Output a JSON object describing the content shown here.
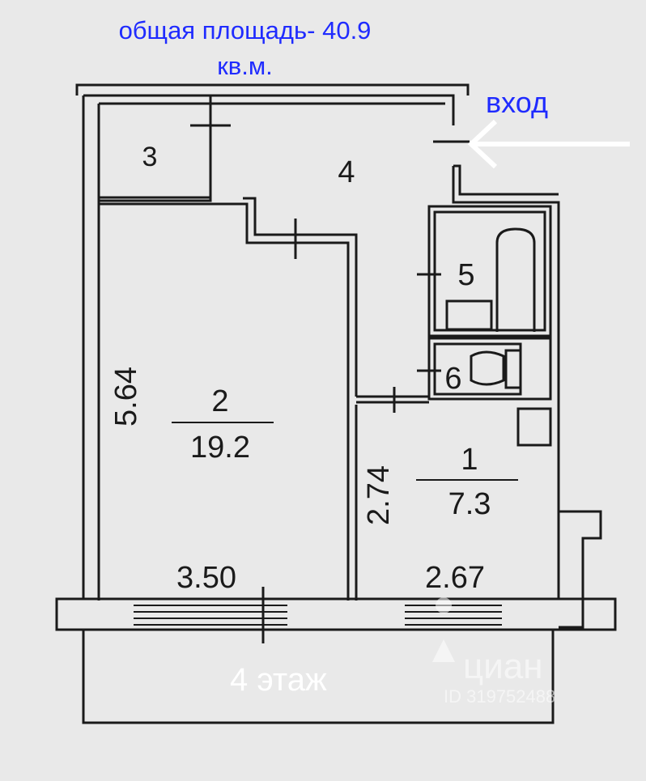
{
  "header": {
    "total_area_line1": "общая площадь- 40.9",
    "total_area_line2": "кв.м."
  },
  "entrance_label": "вход",
  "floor_label": "4 этаж",
  "rooms": [
    {
      "id": "1",
      "area": "7.3"
    },
    {
      "id": "2",
      "area": "19.2"
    },
    {
      "id": "3"
    },
    {
      "id": "4"
    },
    {
      "id": "5"
    },
    {
      "id": "6"
    }
  ],
  "dimensions": {
    "room2_height": "5.64",
    "room2_width": "3.50",
    "room1_height": "2.74",
    "room1_width": "2.67"
  },
  "watermark": {
    "brand": "циан",
    "id_text": "ID 319752488"
  },
  "colors": {
    "heading_blue": "#1f2bff",
    "wall": "#1a1a1a",
    "background": "#e9e9e9"
  }
}
